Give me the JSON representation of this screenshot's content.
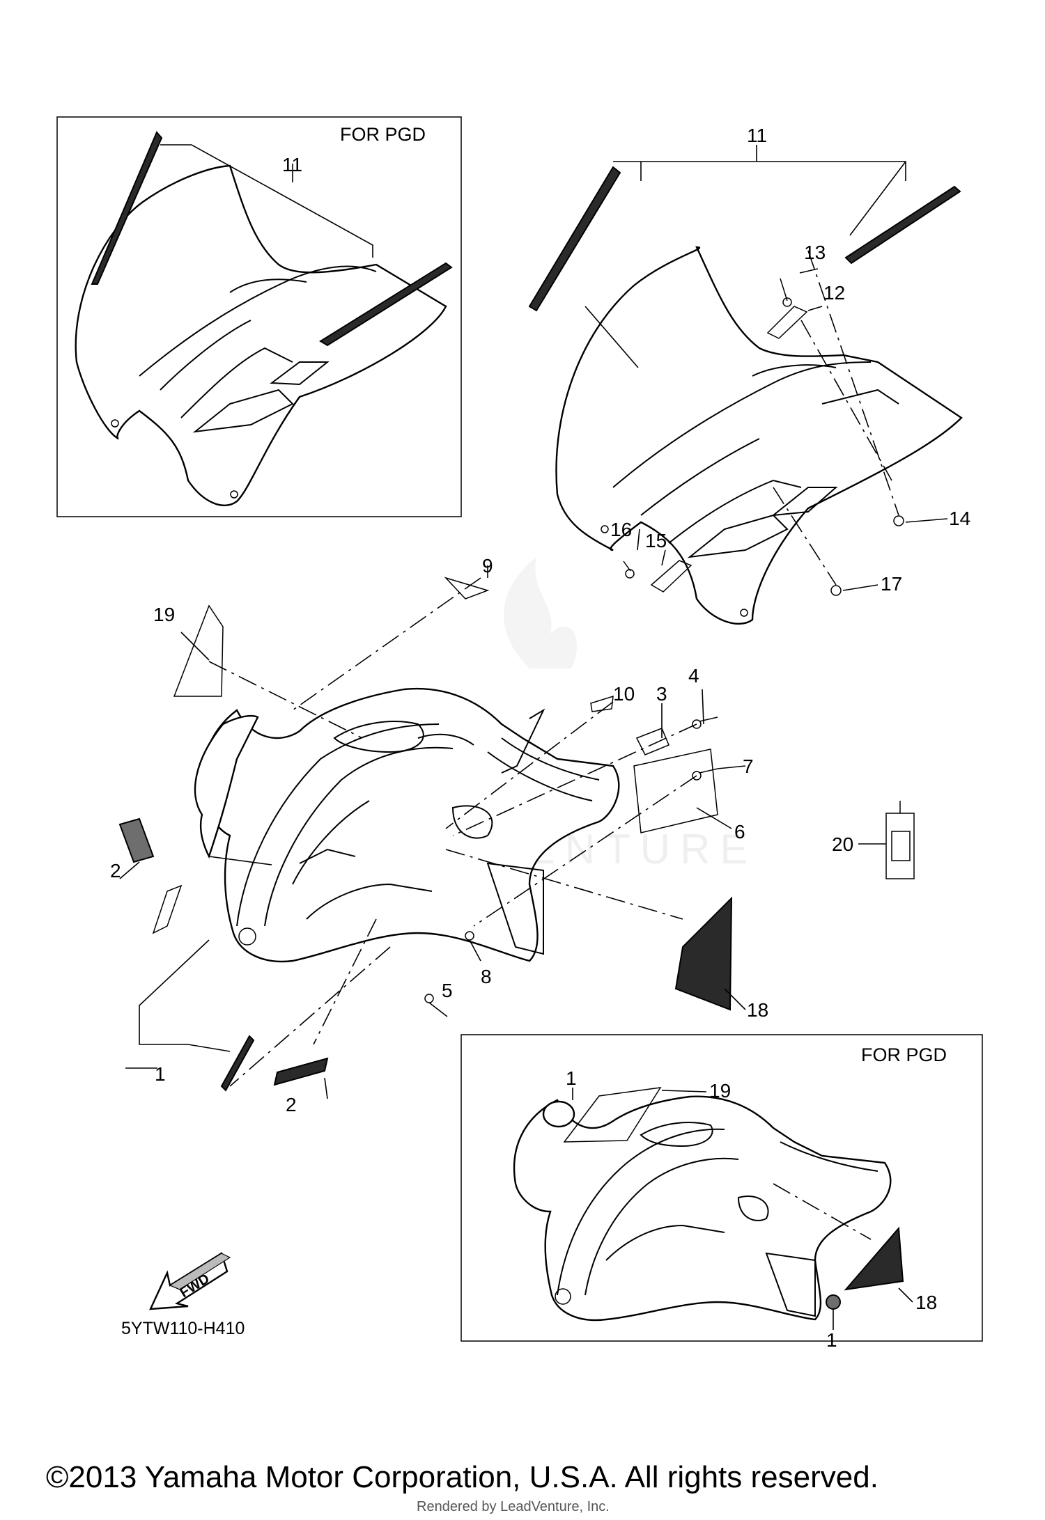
{
  "diagram": {
    "box_top": {
      "title": "FOR PGD",
      "callouts": [
        "11"
      ]
    },
    "assembly_rear": {
      "callouts": [
        "11",
        "13",
        "12",
        "14",
        "16",
        "15",
        "17"
      ]
    },
    "assembly_front": {
      "callouts": [
        "9",
        "19",
        "10",
        "3",
        "4",
        "7",
        "6",
        "20",
        "2",
        "8",
        "5",
        "18",
        "1",
        "2"
      ]
    },
    "box_bottom": {
      "title": "FOR PGD",
      "callouts": [
        "1",
        "19",
        "18",
        "1"
      ]
    },
    "fwd_arrow": {
      "label": "FWD",
      "icon": "fwd-arrow-icon"
    },
    "drawing_code": "5YTW110-H410",
    "watermark_text": "LEADVENTURE",
    "rendered_by": "Rendered by LeadVenture, Inc.",
    "copyright": "©2013 Yamaha Motor Corporation, U.S.A. All rights reserved."
  }
}
